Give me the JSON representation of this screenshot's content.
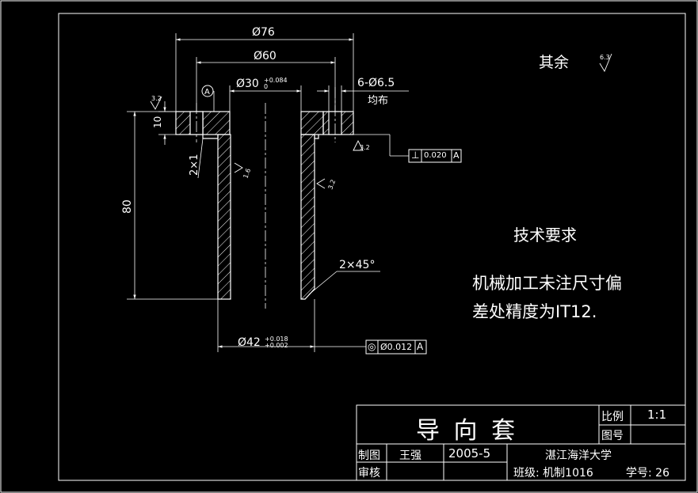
{
  "dims": {
    "d76": "Ø76",
    "d60": "Ø60",
    "d30": "Ø30",
    "d30_tol_upper": "+0.084",
    "d30_tol_lower": "0",
    "holes": "6-Ø6.5",
    "holes_note": "均布",
    "flange_thickness": "10",
    "height": "80",
    "groove": "2×1",
    "chamfer": "2×45°",
    "d42": "Ø42",
    "d42_tol_upper": "+0.018",
    "d42_tol_lower": "+0.002",
    "datum": "A"
  },
  "roughness": {
    "top": "3.2",
    "bore": "1.6",
    "outer": "3.2",
    "flange_bottom": "3.2",
    "rest_label": "其余",
    "rest_value": "6.3"
  },
  "tolerances": {
    "perpendicularity": {
      "symbol": "⊥",
      "value": "0.020",
      "datum": "A"
    },
    "concentricity": {
      "symbol": "◎",
      "value": "Ø0.012",
      "datum": "A"
    }
  },
  "notes": {
    "title": "技术要求",
    "line1": "机械加工未注尺寸偏",
    "line2": "差处精度为IT12."
  },
  "title_block": {
    "part_name": "导 向 套",
    "scale_label": "比例",
    "scale_value": "1:1",
    "drawing_no_label": "图号",
    "drawn_label": "制图",
    "drawn_by": "王强",
    "date": "2005-5",
    "school": "湛江海洋大学",
    "checked_label": "审核",
    "class_label": "班级: 机制1016",
    "student_no_label": "学号: 26"
  }
}
